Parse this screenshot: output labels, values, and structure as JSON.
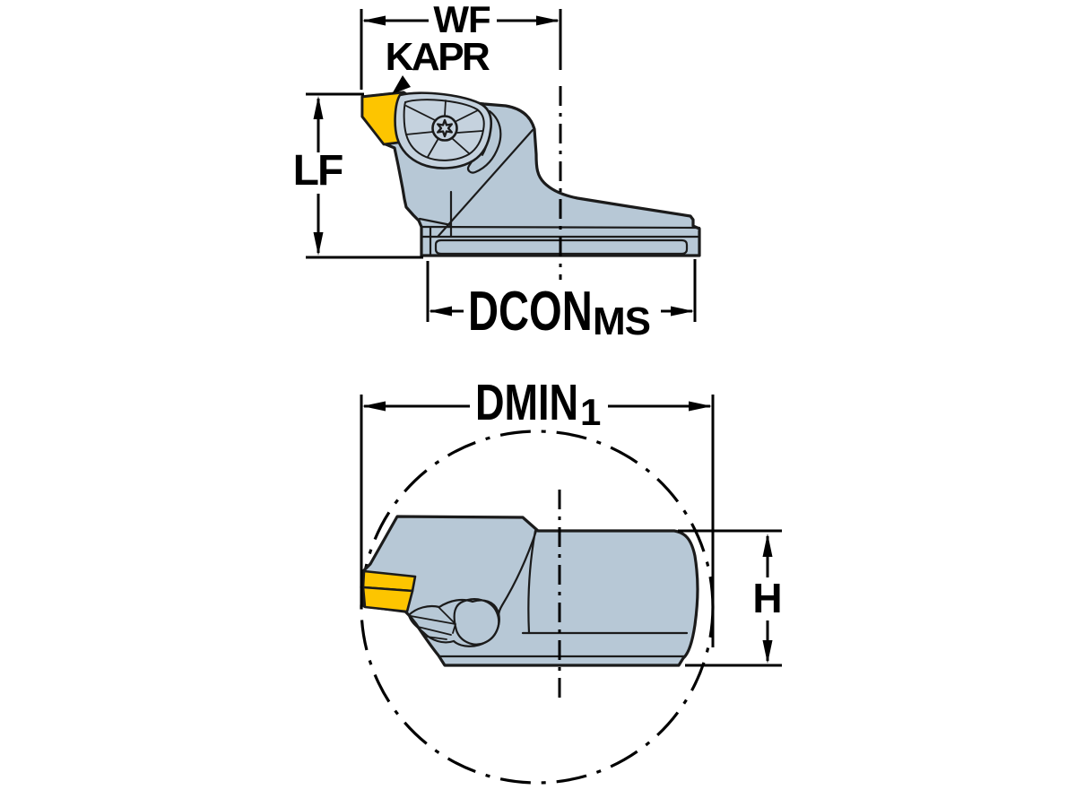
{
  "colors": {
    "background": "#ffffff",
    "outline": "#1b1b1b",
    "body": "#b7c8d6",
    "body_light": "#c5d2de",
    "body_dark": "#a3b6c4",
    "insert": "#fdc500",
    "dimension": "#000000"
  },
  "side_view": {
    "labels": {
      "wf": "WF",
      "kapr": "KAPR",
      "lf": "LF",
      "dcon_main": "DCON",
      "dcon_sub": "MS"
    }
  },
  "end_view": {
    "labels": {
      "dmin_main": "DMIN",
      "dmin_sub": "1",
      "h": "H"
    }
  }
}
